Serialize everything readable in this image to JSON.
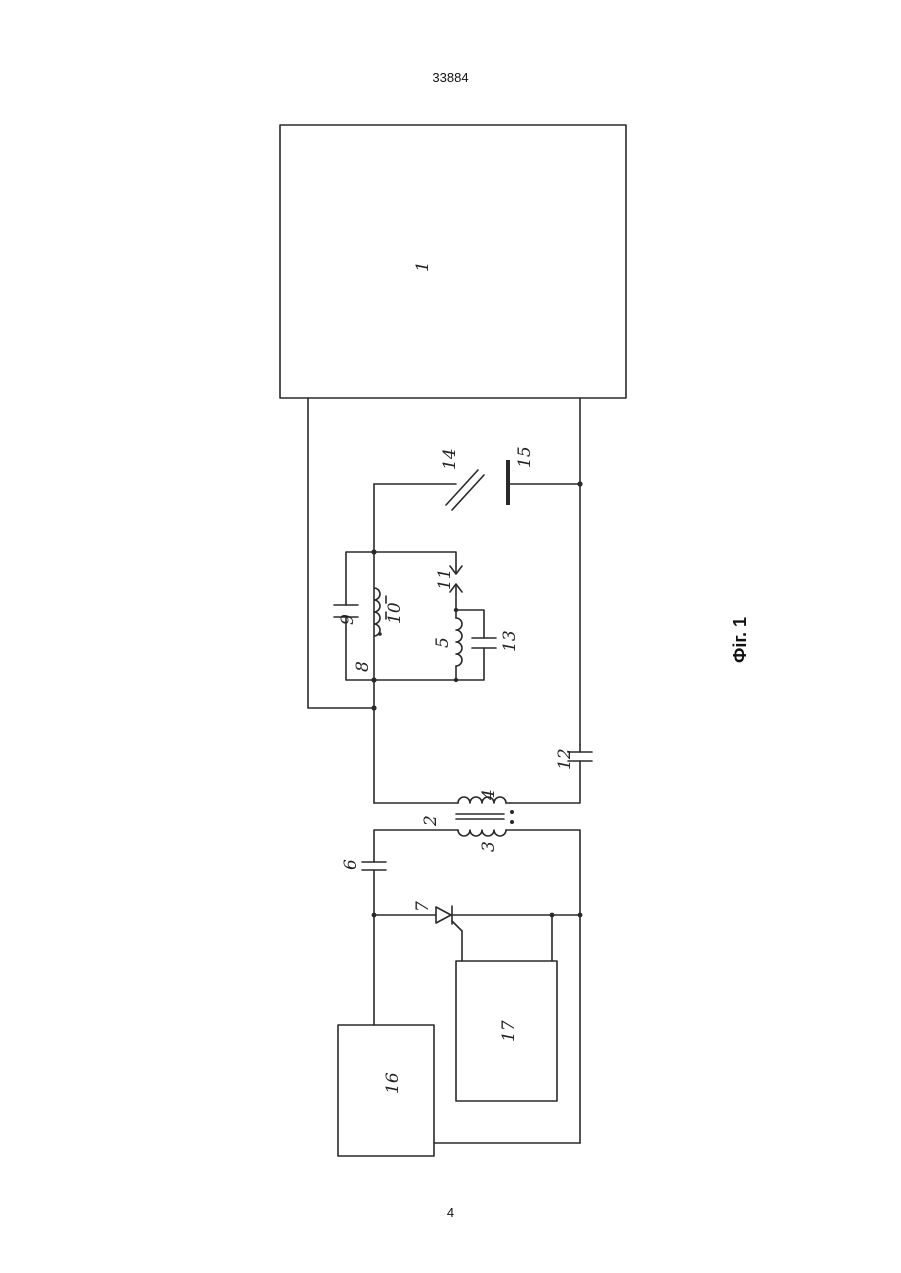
{
  "header": {
    "doc_number": "33884"
  },
  "footer": {
    "page_number": "4"
  },
  "figure": {
    "caption": "Фіг. 1"
  },
  "labels": {
    "l1": "1",
    "l2": "2",
    "l3": "3",
    "l4": "4",
    "l5": "5",
    "l6": "6",
    "l7": "7",
    "l8": "8",
    "l9": "9",
    "l10": "10",
    "l11": "11",
    "l12": "12",
    "l13": "13",
    "l14": "14",
    "l15": "15",
    "l16": "16",
    "l17": "17"
  }
}
